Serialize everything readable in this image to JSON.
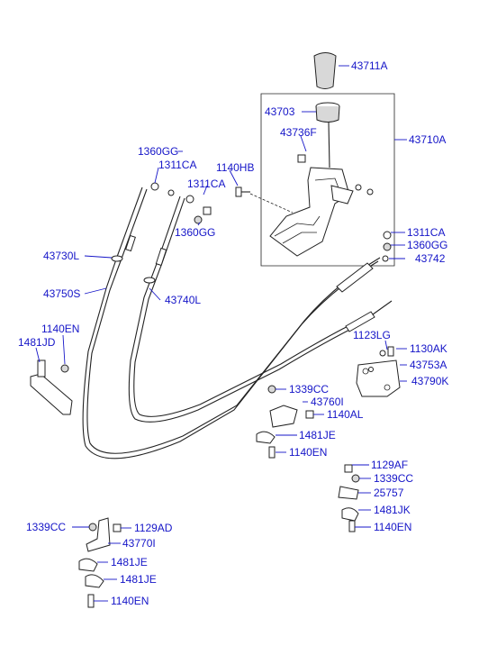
{
  "colors": {
    "label": "#1515c8",
    "drawing": "#222222",
    "background": "#ffffff"
  },
  "labels": {
    "p43711A": "43711A",
    "p43703": "43703",
    "p43736F": "43736F",
    "p43710A": "43710A",
    "p1360GG_top": "1360GG",
    "p1311CA_a": "1311CA",
    "p1140HB": "1140HB",
    "p1311CA_b": "1311CA",
    "p1360GG_b": "1360GG",
    "p1311CA_r": "1311CA",
    "p1360GG_r": "1360GG",
    "p43742": "43742",
    "p43730L": "43730L",
    "p43750S": "43750S",
    "p43740L": "43740L",
    "p1140EN_a": "1140EN",
    "p1481JD": "1481JD",
    "p1123LG": "1123LG",
    "p1130AK": "1130AK",
    "p43753A": "43753A",
    "p43790K": "43790K",
    "p1339CC_a": "1339CC",
    "p43760I": "43760I",
    "p1140AL": "1140AL",
    "p1481JE_a": "1481JE",
    "p1140EN_b": "1140EN",
    "p1129AF": "1129AF",
    "p1339CC_b": "1339CC",
    "p25757": "25757",
    "p1481JK": "1481JK",
    "p1140EN_c": "1140EN",
    "p1339CC_c": "1339CC",
    "p1129AD": "1129AD",
    "p43770I": "43770I",
    "p1481JE_b": "1481JE",
    "p1481JE_c": "1481JE",
    "p1140EN_d": "1140EN"
  }
}
